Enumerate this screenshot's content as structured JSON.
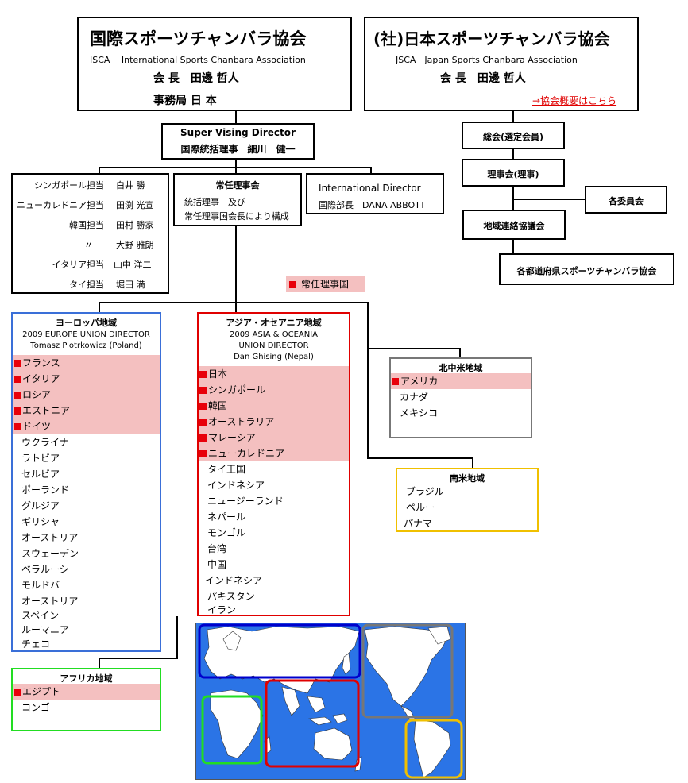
{
  "isca": {
    "name": "国際スポーツチャンバラ協会",
    "english": "ISCA　 International Sports Chanbara Association",
    "president": "会 長　田邊 哲人",
    "office": "事務局 日 本"
  },
  "jsca": {
    "name": "(社)日本スポーツチャンバラ協会",
    "english": "JSCA　Japan Sports Chanbara Association",
    "president": "会 長　田邊 哲人",
    "link": "→協会概要はこちら"
  },
  "director": {
    "line1": "Super Vising Director",
    "line2": "国際統括理事　細川　健一"
  },
  "representatives": [
    {
      "role": "シンガポール担当",
      "name": "白井 勝"
    },
    {
      "role": "ニューカレドニア担当",
      "name": "田渕 光宣"
    },
    {
      "role": "韓国担当",
      "name": "田村 勝家"
    },
    {
      "role": "〃",
      "name": "大野 雅朗"
    },
    {
      "role": "イタリア担当",
      "name": "山中 洋二"
    },
    {
      "role": "タイ担当",
      "name": "堀田 満"
    }
  ],
  "standing": {
    "title": "常任理事会",
    "line1": "統括理事　及び",
    "line2": "常任理事国会長により構成"
  },
  "intl": {
    "line1": "International Director",
    "line2": "国際部長　DANA ABBOTT"
  },
  "jsca_org": {
    "general": "総会(選定会員)",
    "board": "理事会(理事)",
    "committees": "各委員会",
    "regional": "地域連絡協議会",
    "prefectural": "各都道府県スポーツチャンバラ協会"
  },
  "legend": "常任理事国",
  "europe": {
    "title": "ヨーロッパ地域",
    "sub1": "2009 EUROPE UNION DIRECTOR",
    "sub2": "Tomasz Piotrkowicz (Poland)",
    "members": [
      "フランス",
      "イタリア",
      "ロシア",
      "エストニア",
      "ドイツ"
    ],
    "others": [
      "ウクライナ",
      "ラトビア",
      "セルビア",
      "ポーランド",
      "グルジア",
      "ギリシャ",
      "オーストリア",
      "スウェーデン",
      "ベラルーシ",
      "モルドバ",
      "オーストリア",
      "スペイン",
      "ルーマニア",
      "チェコ"
    ],
    "color": "#3a6fd8"
  },
  "asia": {
    "title": "アジア・オセアニア地域",
    "sub1": "2009 ASIA & OCEANIA",
    "sub2": "UNION DIRECTOR",
    "sub3": "Dan Ghising (Nepal)",
    "members": [
      "日本",
      "シンガポール",
      "韓国",
      "オーストラリア",
      "マレーシア",
      "ニューカレドニア"
    ],
    "others": [
      "タイ王国",
      "インドネシア",
      "ニュージーランド",
      "ネパール",
      "モンゴル",
      "台湾",
      "中国",
      "インドネシア",
      "パキスタン",
      "イラン"
    ],
    "color": "#e00000"
  },
  "north_america": {
    "title": "北中米地域",
    "members": [
      "アメリカ"
    ],
    "others": [
      "カナダ",
      "メキシコ"
    ],
    "color": "#777777"
  },
  "south_america": {
    "title": "南米地域",
    "others": [
      "ブラジル",
      "ペルー",
      "パナマ"
    ],
    "color": "#f0c000"
  },
  "africa": {
    "title": "アフリカ地域",
    "members": [
      "エジプト"
    ],
    "others": [
      "コンゴ"
    ],
    "color": "#22dd22"
  }
}
